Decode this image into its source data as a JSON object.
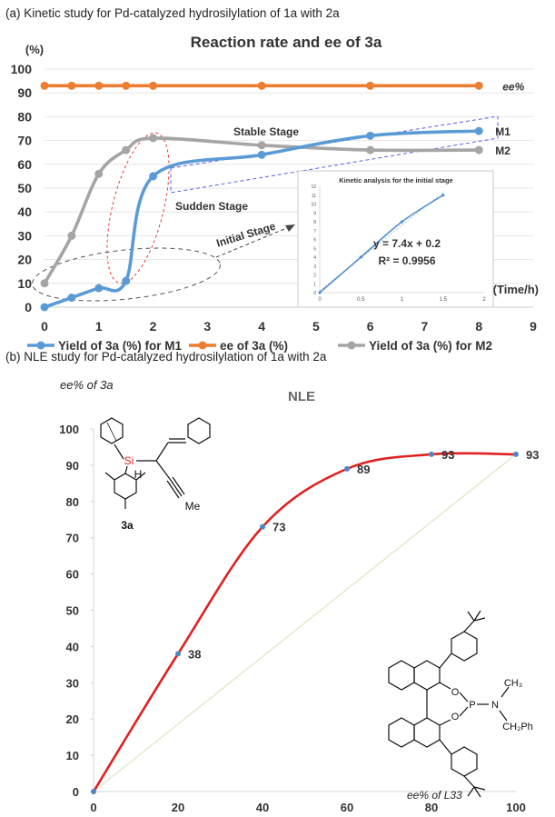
{
  "chart_data": [
    {
      "type": "line",
      "panel_caption": "(a) Kinetic study for Pd-catalyzed hydrosilylation of 1a with 2a",
      "title": "Reaction rate and ee of 3a",
      "ylabel": "(%)",
      "xlabel": "(Time/h)",
      "xlim": [
        0,
        9
      ],
      "ylim": [
        0,
        100
      ],
      "xticks": [
        "0",
        "1",
        "2",
        "3",
        "4",
        "5",
        "6",
        "7",
        "8",
        "9"
      ],
      "yticks": [
        "0",
        "10",
        "20",
        "30",
        "40",
        "50",
        "60",
        "70",
        "80",
        "90",
        "100"
      ],
      "grid": "horizontal",
      "legend_position": "bottom",
      "series": [
        {
          "name": "Yield of 3a (%) for M1",
          "color": "#5b9bd5",
          "x": [
            0,
            0.5,
            1,
            1.5,
            2,
            4,
            6,
            8
          ],
          "y": [
            0,
            4,
            8,
            11,
            55,
            64,
            72,
            74
          ],
          "end_label": "M1"
        },
        {
          "name": "ee of 3a (%)",
          "color": "#ed7d31",
          "x": [
            0,
            0.5,
            1,
            1.5,
            2,
            4,
            6,
            8
          ],
          "y": [
            93,
            93,
            93,
            93,
            93,
            93,
            93,
            93
          ],
          "end_label": "ee%"
        },
        {
          "name": "Yield of 3a (%) for M2",
          "color": "#a5a5a5",
          "x": [
            0,
            0.5,
            1,
            1.5,
            2,
            4,
            6,
            8
          ],
          "y": [
            10,
            30,
            56,
            66,
            71,
            68,
            66,
            66
          ],
          "end_label": "M2"
        }
      ],
      "annotations": [
        "Stable Stage",
        "Sudden Stage",
        "Initial Stage"
      ],
      "inset": {
        "title": "Kinetic analysis for the initial stage",
        "xlim": [
          0,
          2
        ],
        "ylim": [
          0,
          12
        ],
        "xticks": [
          "0",
          "0.5",
          "1",
          "1.5",
          "2"
        ],
        "yticks": [
          "0",
          "1",
          "2",
          "3",
          "4",
          "5",
          "6",
          "7",
          "8",
          "9",
          "10",
          "11",
          "12"
        ],
        "x": [
          0,
          0.5,
          1,
          1.5
        ],
        "y": [
          0,
          4,
          8,
          11
        ],
        "equation": "y = 7.4x + 0.2",
        "r2": "R² = 0.9956"
      }
    },
    {
      "type": "line",
      "panel_caption": "(b) NLE study for Pd-catalyzed hydrosilylation of 1a with 2a",
      "title": "NLE",
      "ylabel": "ee% of 3a",
      "xlabel": "ee% of L33",
      "xlim": [
        0,
        100
      ],
      "ylim": [
        0,
        100
      ],
      "xticks": [
        "0",
        "20",
        "40",
        "60",
        "80",
        "100"
      ],
      "yticks": [
        "0",
        "10",
        "20",
        "30",
        "40",
        "50",
        "60",
        "70",
        "80",
        "90",
        "100"
      ],
      "x": [
        0,
        20,
        40,
        60,
        80,
        100
      ],
      "y": [
        0,
        38,
        73,
        89,
        93,
        93
      ],
      "data_labels": [
        "38",
        "73",
        "89",
        "93",
        "93"
      ],
      "curve_color": "#e02020",
      "reference_line": {
        "from": [
          0,
          0
        ],
        "to": [
          100,
          93
        ],
        "color": "#e2ecd0"
      },
      "structures": {
        "compound_3a": {
          "label": "3a",
          "atoms": [
            "Si",
            "H",
            "Me"
          ]
        },
        "ligand_L33": {
          "atoms": [
            "O",
            "O",
            "P",
            "N",
            "CH₃",
            "CH₂Ph"
          ]
        }
      }
    }
  ]
}
